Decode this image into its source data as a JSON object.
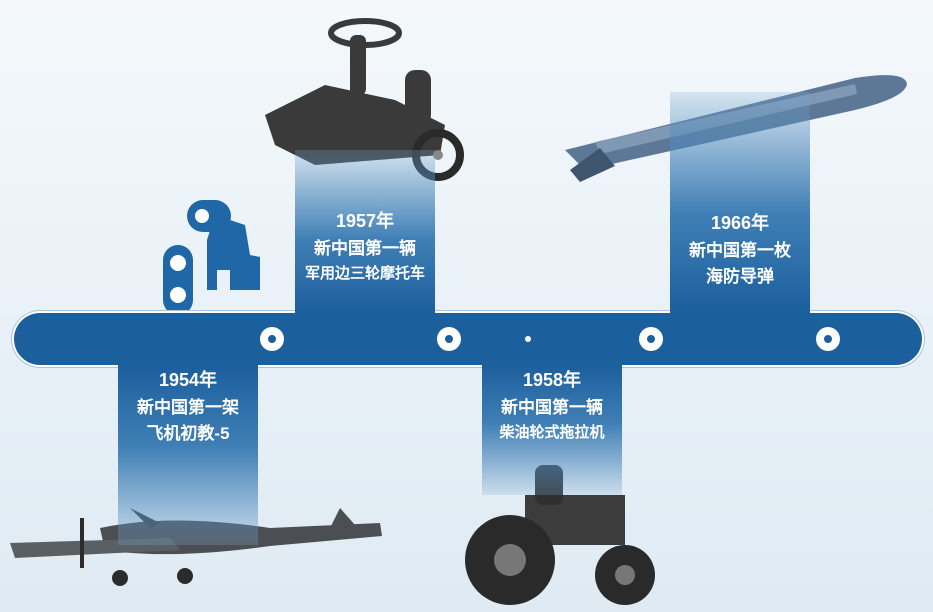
{
  "milestones": [
    {
      "year": "1954年",
      "line1": "新中国第一架",
      "line2": "飞机初教-5",
      "icon": "trainer-airplane"
    },
    {
      "year": "1957年",
      "line1": "新中国第一辆",
      "line2": "军用边三轮摩托车",
      "icon": "sidecar-motorcycle"
    },
    {
      "year": "1958年",
      "line1": "新中国第一辆",
      "line2": "柴油轮式拖拉机",
      "icon": "wheeled-tractor"
    },
    {
      "year": "1966年",
      "line1": "新中国第一枚",
      "line2": "海防导弹",
      "icon": "coastal-missile"
    }
  ],
  "colors": {
    "bar": "#1c5f9d",
    "panel": "#3f7fb5",
    "logo": "#1f67a6",
    "background": "#eef4f9"
  }
}
